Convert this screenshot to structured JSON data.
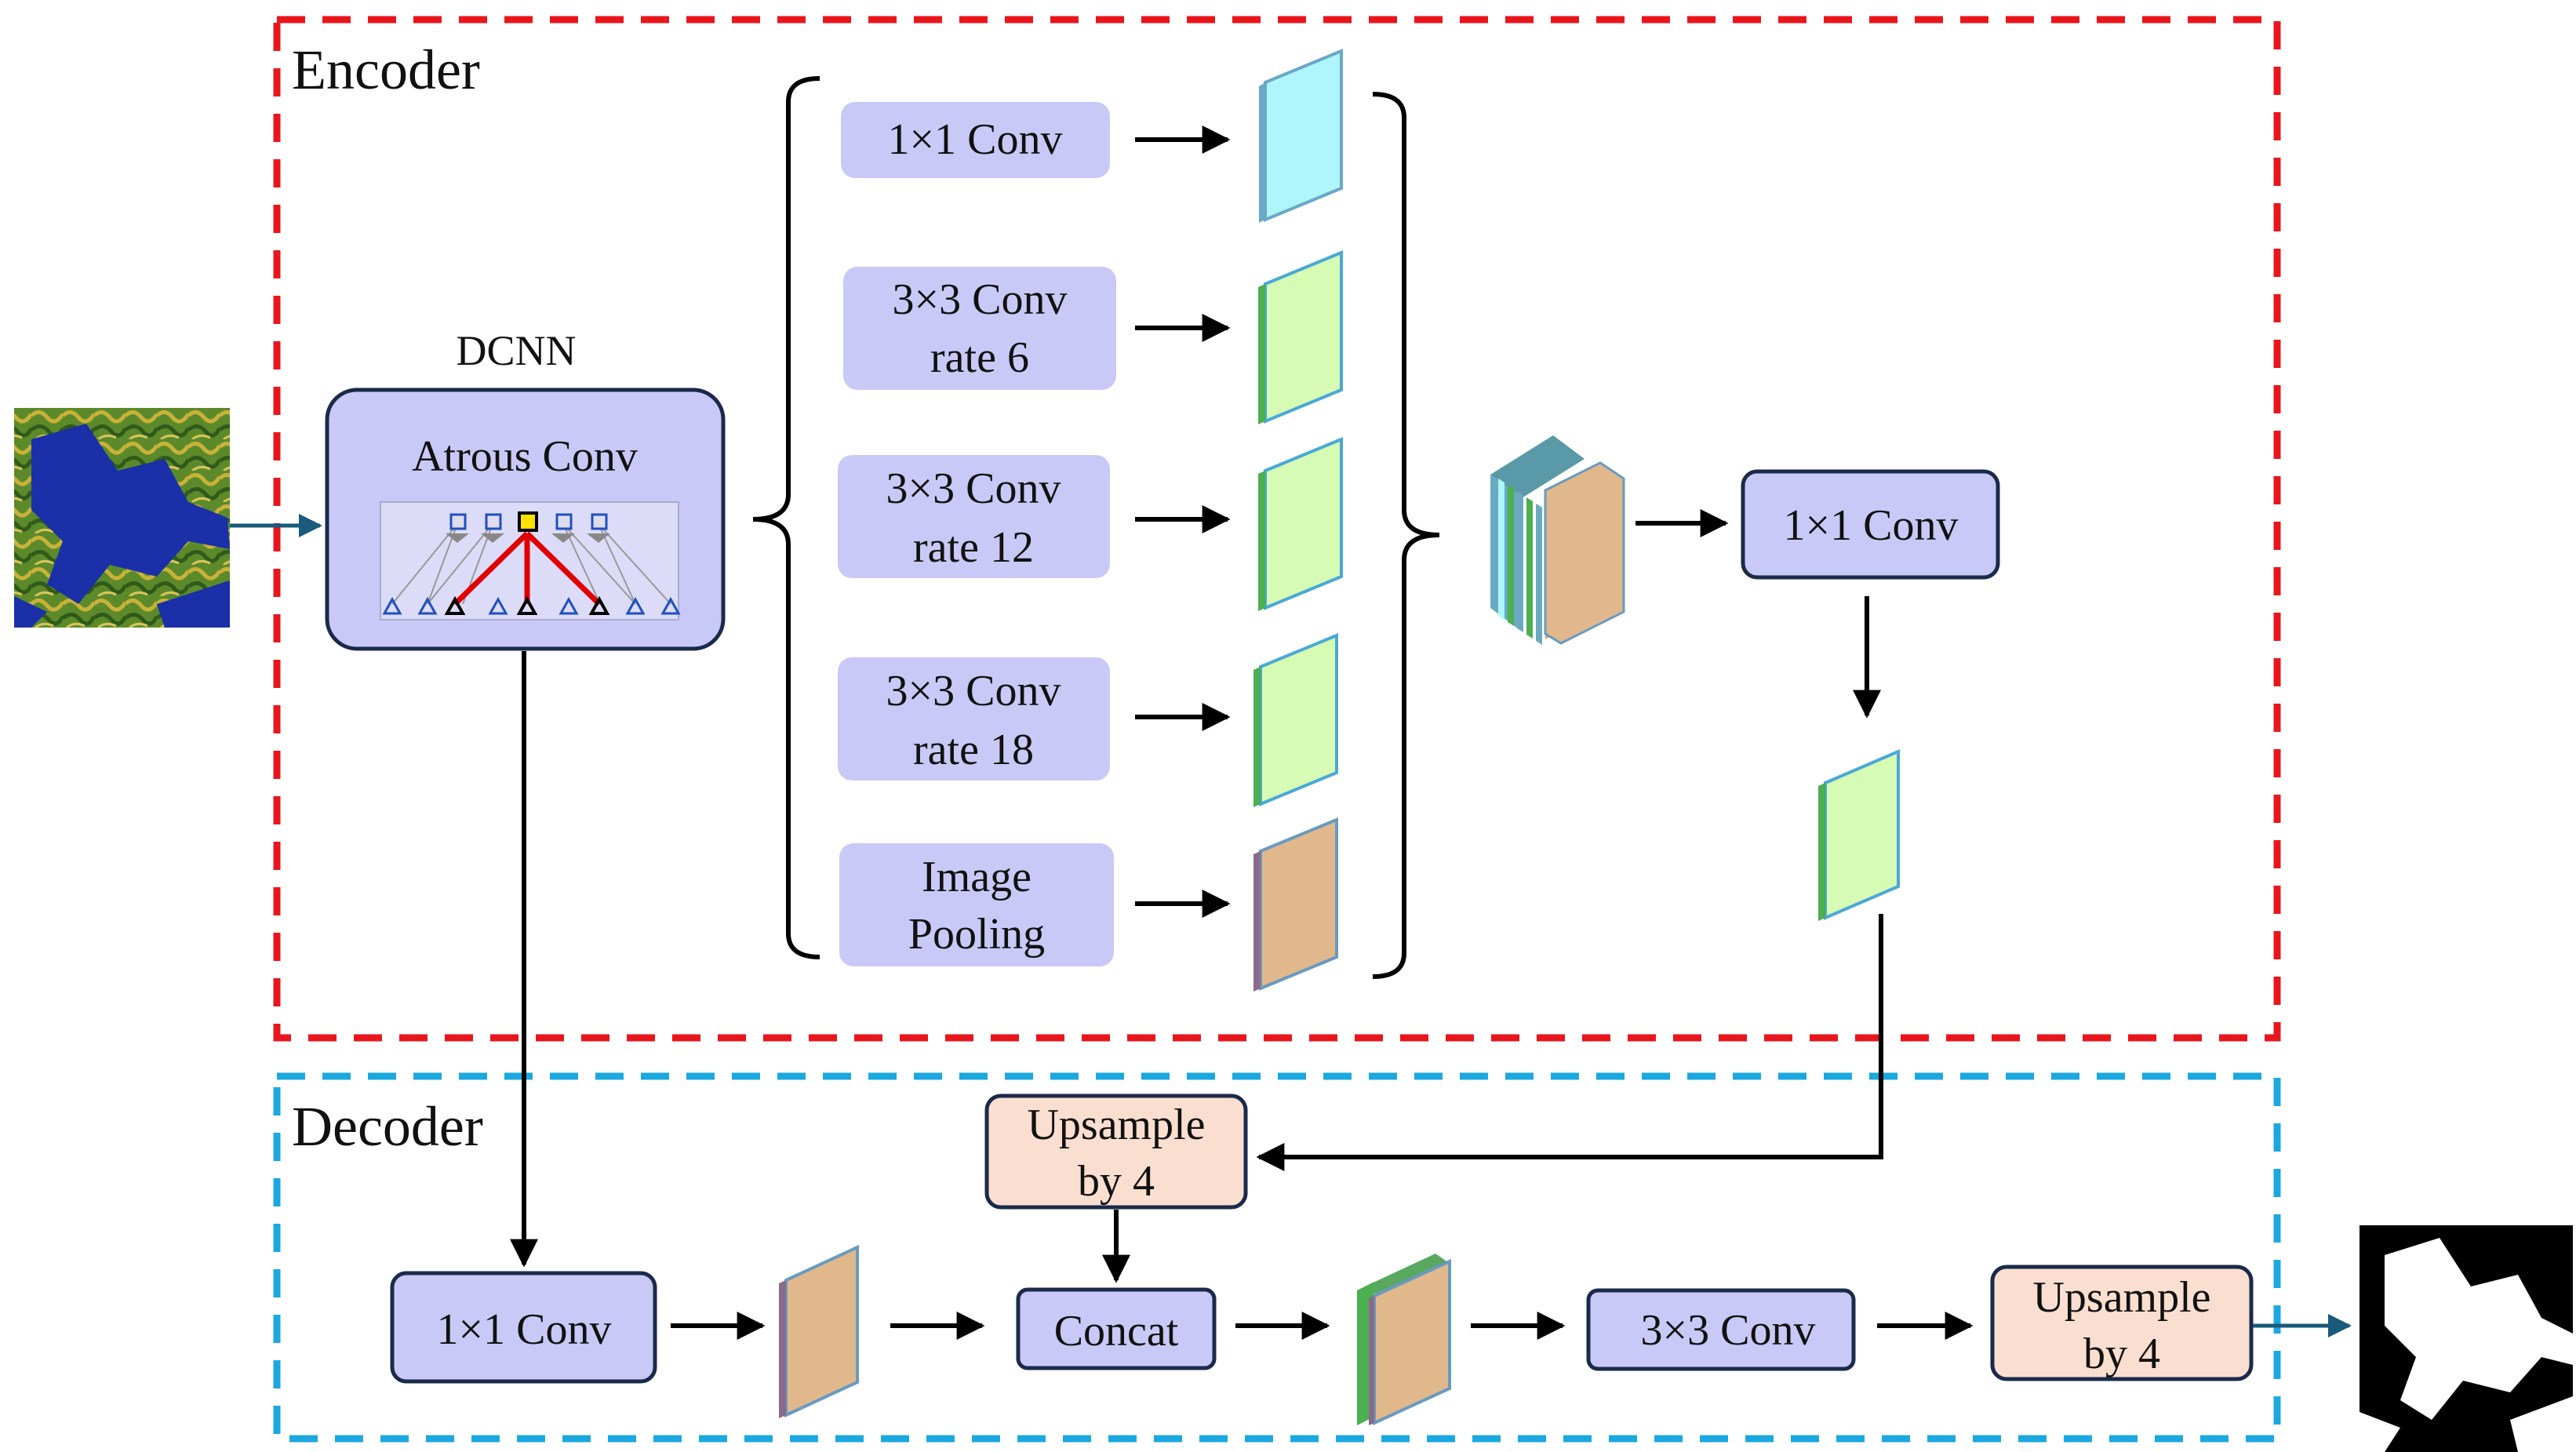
{
  "encoder": {
    "title": "Encoder",
    "dcnn_label": "DCNN",
    "atrous_label": "Atrous Conv",
    "aspp": [
      {
        "line1": "1×1 Conv",
        "line2": ""
      },
      {
        "line1": "3×3 Conv",
        "line2": "rate 6"
      },
      {
        "line1": "3×3 Conv",
        "line2": "rate 12"
      },
      {
        "line1": "3×3 Conv",
        "line2": "rate 18"
      },
      {
        "line1": "Image",
        "line2": "Pooling"
      }
    ],
    "post_conv": "1×1 Conv"
  },
  "decoder": {
    "title": "Decoder",
    "upsample_top": {
      "line1": "Upsample",
      "line2": "by 4"
    },
    "low_conv": "1×1 Conv",
    "concat": "Concat",
    "conv3": "3×3 Conv",
    "upsample_final": {
      "line1": "Upsample",
      "line2": "by 4"
    }
  },
  "colors": {
    "encoder_border": "#e8161c",
    "decoder_border": "#1ba8e0",
    "block_fill": "#c9c9f7",
    "block_border": "#1b2a4a",
    "upsample_fill": "#fadfd0",
    "feature_cyan": "#aef6fb",
    "feature_green": "#d6fbb4",
    "feature_tan": "#e0b88c",
    "arrow": "#000000",
    "io_arrow": "#1a5a7a"
  },
  "images": {
    "input": "satellite-input-image",
    "output": "segmentation-mask-output"
  }
}
